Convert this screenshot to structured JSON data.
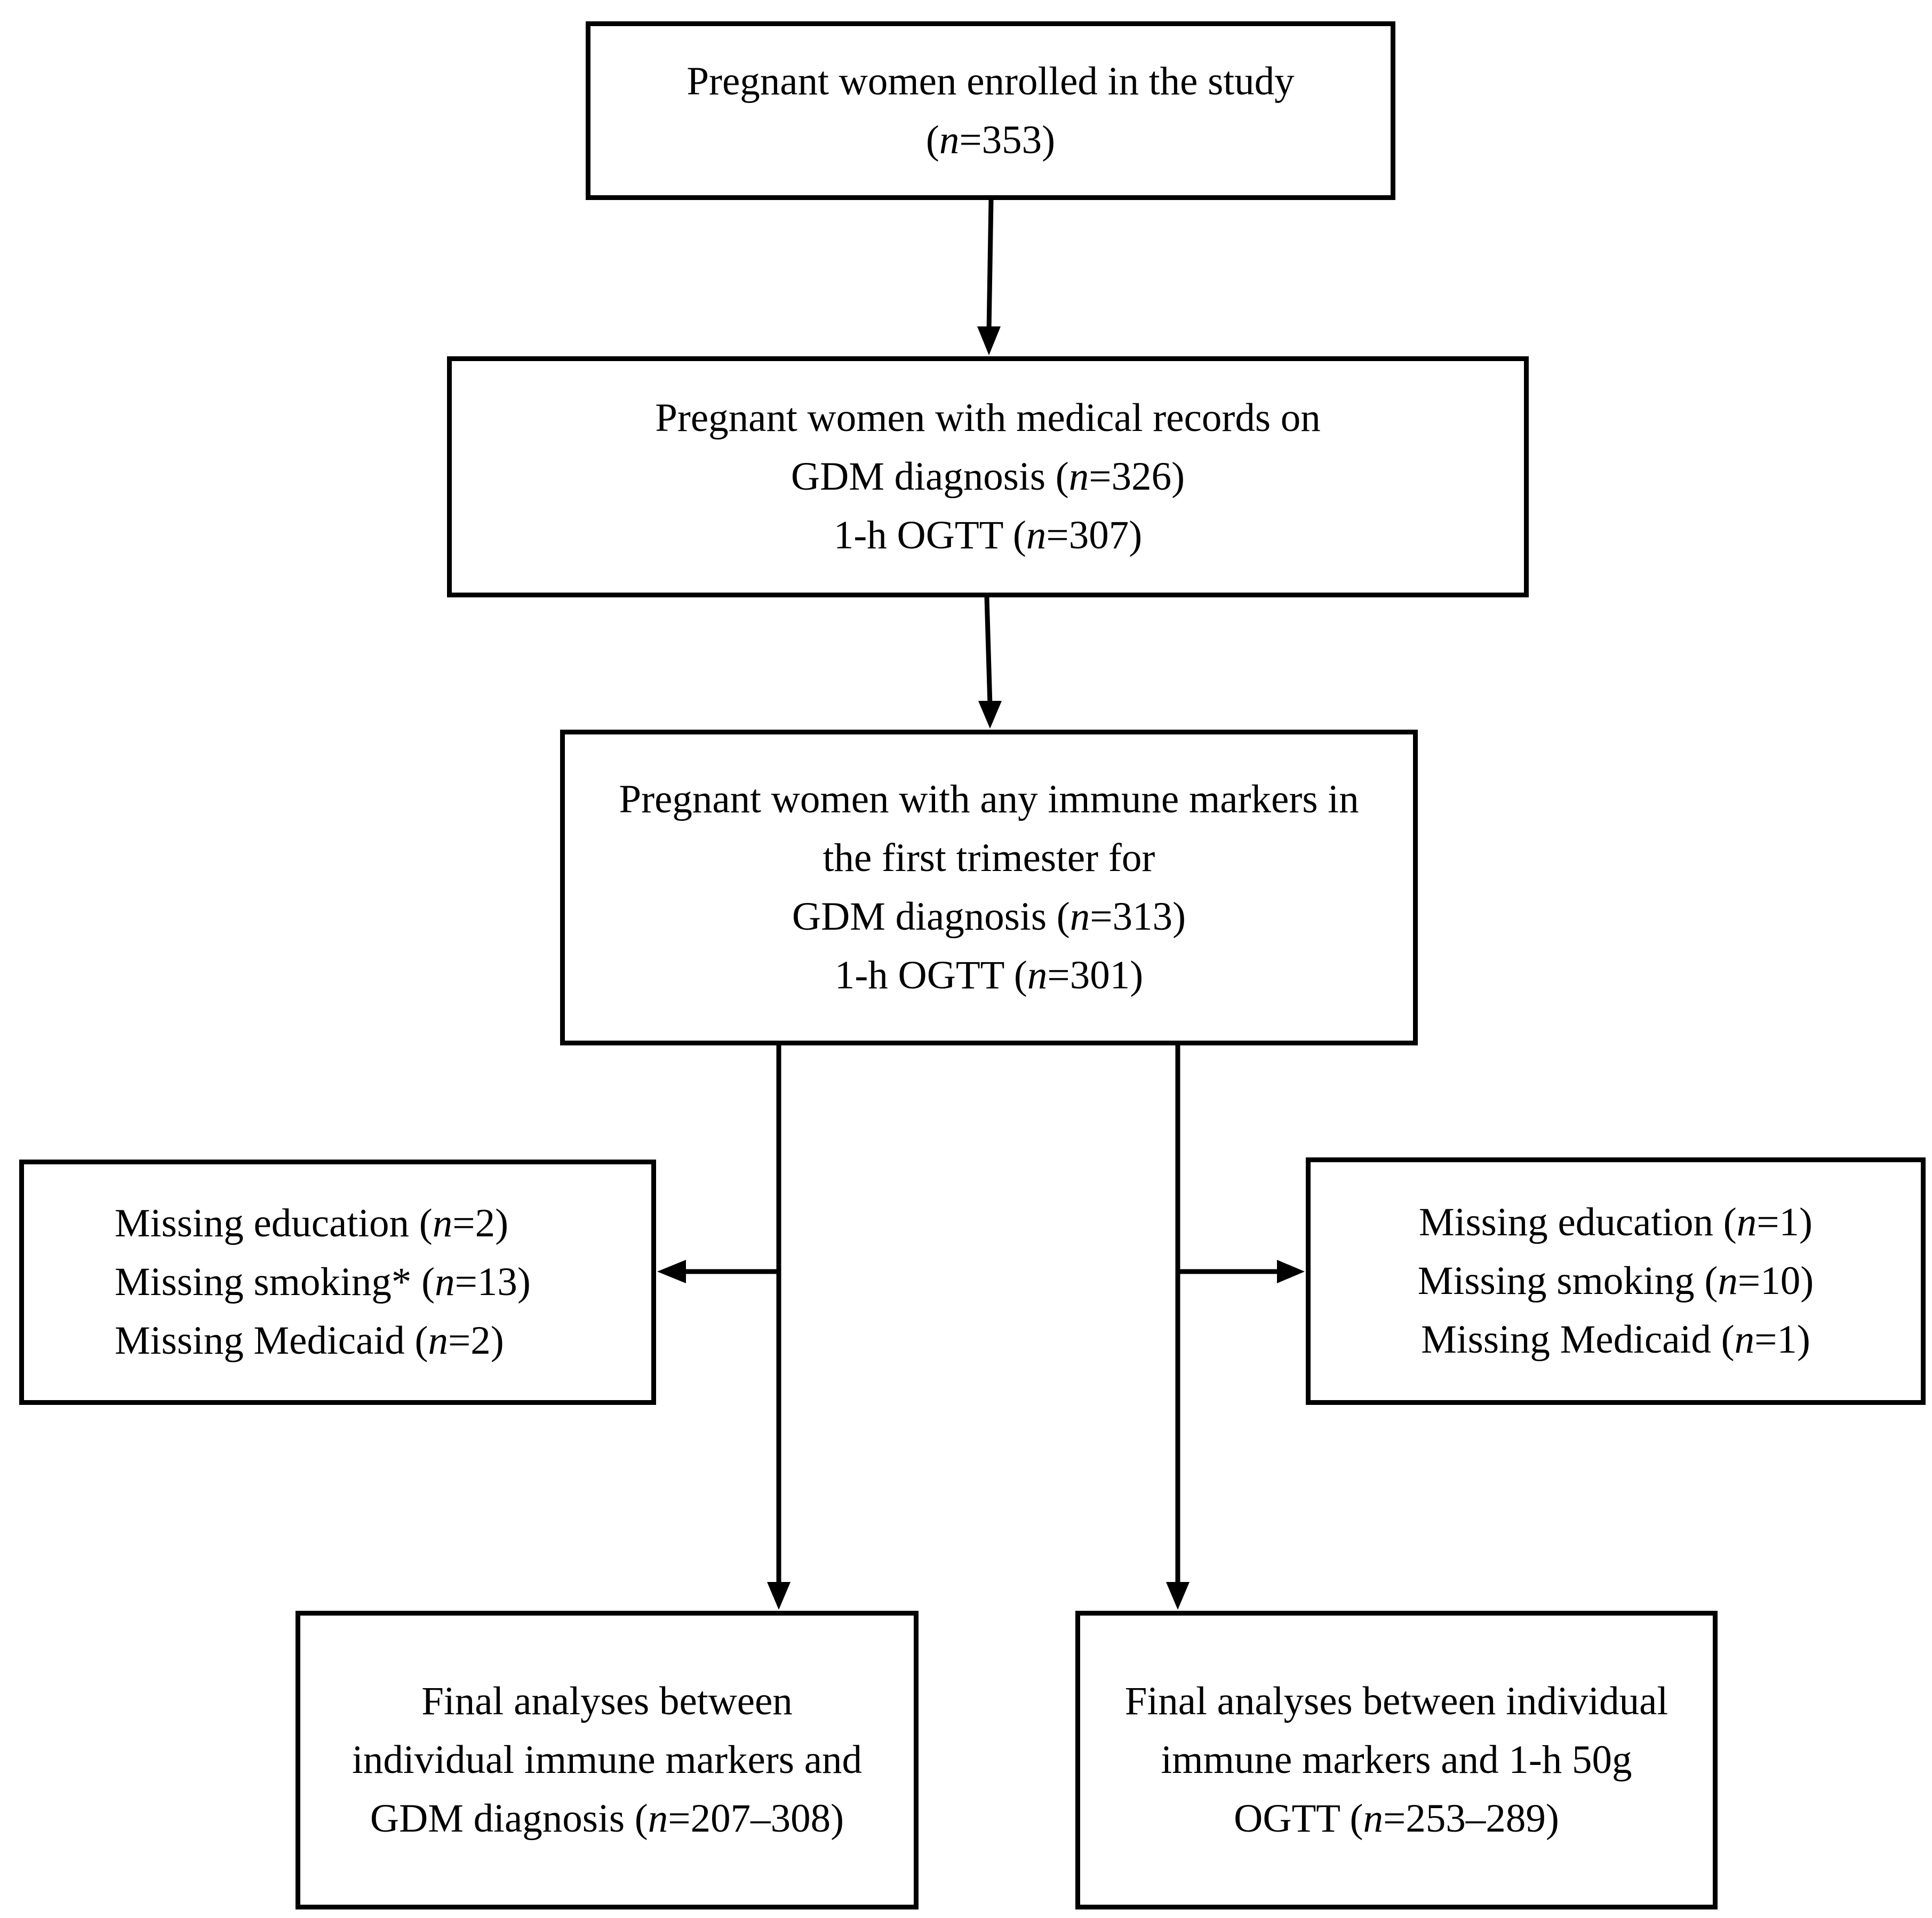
{
  "boxes": {
    "enrolled": {
      "lines": [
        "Pregnant women enrolled in the study",
        "(n=353)"
      ]
    },
    "medical_records": {
      "lines": [
        "Pregnant women with medical records on",
        "GDM diagnosis (n=326)",
        "1-h OGTT (n=307)"
      ]
    },
    "immune_markers": {
      "lines": [
        "Pregnant women with any immune markers in",
        "the first trimester for",
        "GDM diagnosis (n=313)",
        "1-h OGTT (n=301)"
      ]
    },
    "missing_left": {
      "lines": [
        "Missing education (n=2)",
        "Missing smoking* (n=13)",
        "Missing Medicaid (n=2)"
      ]
    },
    "missing_right": {
      "lines": [
        "Missing education (n=1)",
        "Missing smoking (n=10)",
        "Missing Medicaid (n=1)"
      ]
    },
    "final_gdm": {
      "lines": [
        "Final analyses between",
        "individual immune markers and",
        "GDM diagnosis (n=207–308)"
      ]
    },
    "final_ogtt": {
      "lines": [
        "Final analyses between individual",
        "immune markers and 1-h 50g",
        "OGTT (n=253–289)"
      ]
    }
  }
}
